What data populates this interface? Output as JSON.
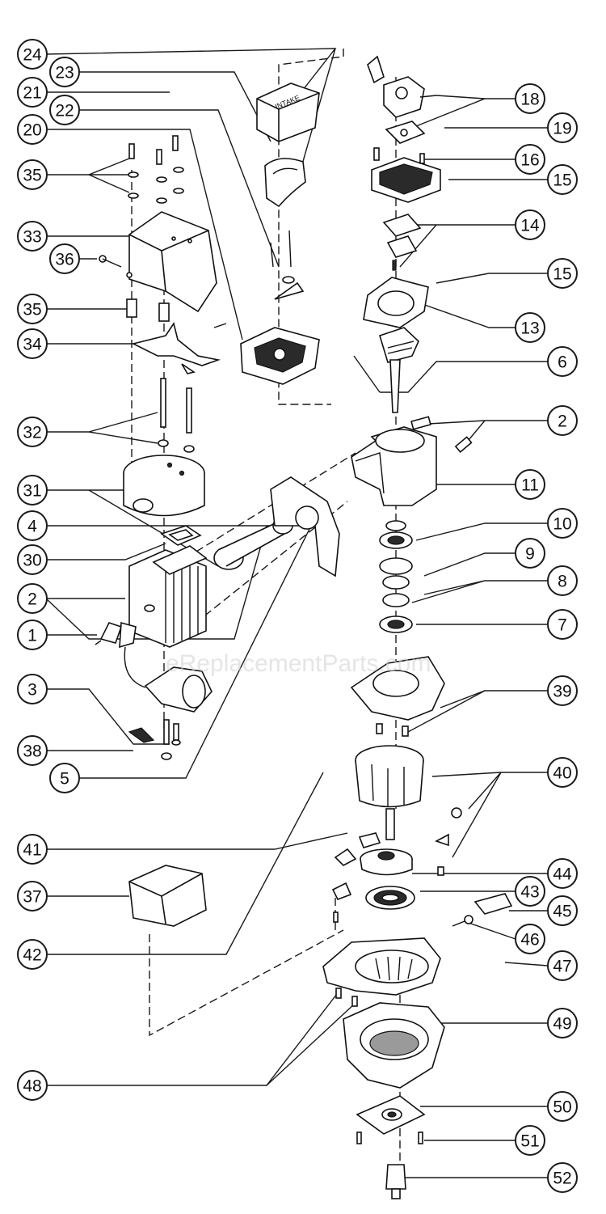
{
  "watermark": "eReplacementParts.com",
  "lid_label": "INTAKE",
  "callouts": {
    "c1": "1",
    "c2a": "2",
    "c2b": "2",
    "c3": "3",
    "c4": "4",
    "c5": "5",
    "c6": "6",
    "c7": "7",
    "c8": "8",
    "c9": "9",
    "c10": "10",
    "c11": "11",
    "c13": "13",
    "c14": "14",
    "c15a": "15",
    "c15b": "15",
    "c16": "16",
    "c18": "18",
    "c19": "19",
    "c20": "20",
    "c21": "21",
    "c22": "22",
    "c23": "23",
    "c24": "24",
    "c30": "30",
    "c31": "31",
    "c32": "32",
    "c33": "33",
    "c34": "34",
    "c35a": "35",
    "c35b": "35",
    "c36": "36",
    "c37": "37",
    "c38": "38",
    "c39": "39",
    "c40": "40",
    "c41": "41",
    "c42": "42",
    "c43": "43",
    "c44": "44",
    "c45": "45",
    "c46": "46",
    "c47": "47",
    "c48": "48",
    "c49": "49",
    "c50": "50",
    "c51": "51",
    "c52": "52"
  }
}
